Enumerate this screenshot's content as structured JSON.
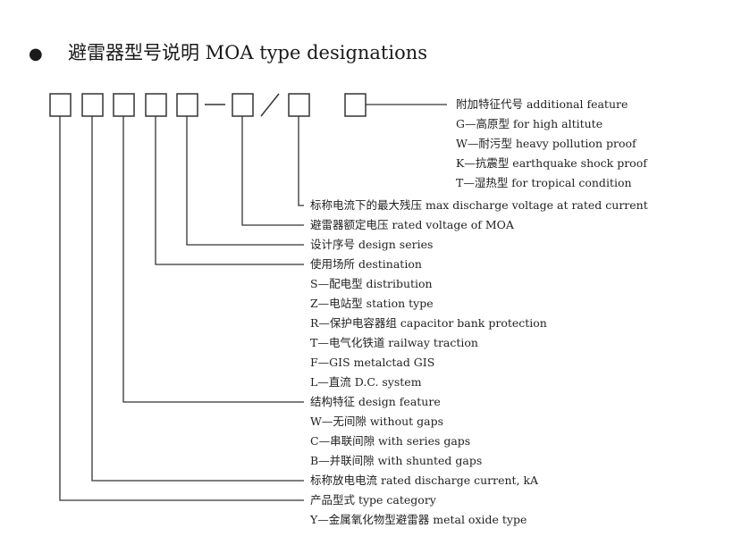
{
  "title": {
    "bullet": "●",
    "text": "避雷器型号说明 MOA type designations"
  },
  "code": {
    "dash": "—",
    "slash": "/"
  },
  "labels": [
    "附加特征代号 additional feature",
    "G—高原型 for high altitute",
    "W—耐污型 heavy pollution proof",
    "K—抗震型 earthquake shock proof",
    "T—湿热型 for tropical condition",
    "标称电流下的最大残压 max discharge voltage at rated current",
    "避雷器额定电压 rated voltage of MOA",
    "设计序号 design series",
    "使用场所 destination",
    "S—配电型 distribution",
    "Z—电站型 station type",
    "R—保护电容器组 capacitor bank protection",
    "T—电气化铁道 railway traction",
    "F—GIS metalctad GIS",
    "L—直流 D.C. system",
    "结构特征 design feature",
    "W—无间隙 without gaps",
    "C—串联间隙 with series gaps",
    "B—并联间隙 with shunted gaps",
    "标称放电电流 rated discharge current, kA",
    "产品型式 type category",
    "Y—金属氧化物型避雷器 metal oxide type"
  ]
}
